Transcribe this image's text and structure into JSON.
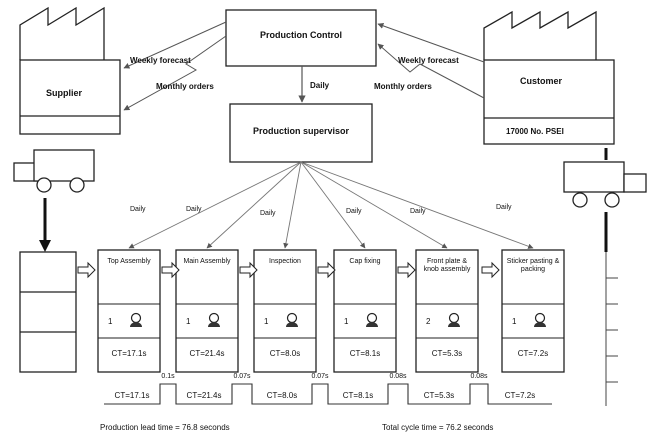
{
  "production_control": "Production Control",
  "production_supervisor": "Production supervisor",
  "supplier": {
    "name": "Supplier"
  },
  "customer": {
    "name": "Customer",
    "data": "17000 No. PSEI"
  },
  "info_flows": {
    "supplier_forecast": "Weekly forecast",
    "supplier_orders": "Monthly orders",
    "customer_forecast": "Weekly forecast",
    "customer_orders": "Monthly orders",
    "control_to_supervisor": "Daily"
  },
  "processes": [
    {
      "name": "Top Assembly",
      "operators": "1",
      "ct": "CT=17.1s",
      "schedule": "Daily"
    },
    {
      "name": "Main Assembly",
      "operators": "1",
      "ct": "CT=21.4s",
      "schedule": "Daily"
    },
    {
      "name": "Inspection",
      "operators": "1",
      "ct": "CT=8.0s",
      "schedule": "Daily"
    },
    {
      "name": "Cap fixing",
      "operators": "1",
      "ct": "CT=8.1s",
      "schedule": "Daily"
    },
    {
      "name": "Front plate & knob assembly",
      "operators": "2",
      "ct": "CT=5.3s",
      "schedule": "Daily"
    },
    {
      "name": "Sticker pasting & packing",
      "operators": "1",
      "ct": "CT=7.2s",
      "schedule": "Daily"
    }
  ],
  "timeline": {
    "process_times": [
      "CT=17.1s",
      "CT=21.4s",
      "CT=8.0s",
      "CT=8.1s",
      "CT=5.3s",
      "CT=7.2s"
    ],
    "wait_times": [
      "0.1s",
      "0.07s",
      "0.07s",
      "0.08s",
      "0.08s"
    ]
  },
  "summary": {
    "lead_time": "Production lead time = 76.8 seconds",
    "cycle_time": "Total cycle time = 76.2 seconds"
  }
}
